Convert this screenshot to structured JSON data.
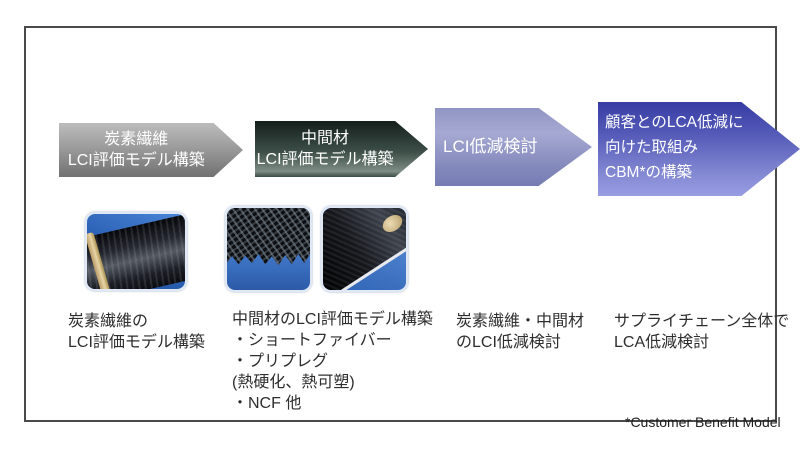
{
  "slide": {
    "arrows": [
      {
        "label": "carbon-fiber-lci-model",
        "lines": [
          "炭素繊維",
          "LCI評価モデル構築"
        ],
        "color_top": "#bcbcbc",
        "color_bottom": "#717171"
      },
      {
        "label": "intermediate-material-lci-model",
        "lines": [
          "中間材",
          "LCI評価モデル構築"
        ],
        "color_top": "#141e1b",
        "color_bottom": "#7e8d85"
      },
      {
        "label": "lci-reduction-study",
        "lines": [
          "LCI低減検討"
        ],
        "color_top": "#9095c3",
        "color_bottom": "#767cb3"
      },
      {
        "label": "customer-lca-cbm",
        "lines": [
          "顧客とのLCA低減に",
          "向けた取組み",
          "CBM*の構築"
        ],
        "color_top": "#373ca4",
        "color_bottom": "#989de2"
      }
    ],
    "photos": [
      {
        "name": "carbon-fiber-spool-photo"
      },
      {
        "name": "chopped-fiber-photo"
      },
      {
        "name": "prepreg-roll-photo"
      }
    ],
    "descriptions": [
      {
        "lines": [
          "炭素繊維の",
          "LCI評価モデル構築"
        ]
      },
      {
        "lines": [
          "中間材のLCI評価モデル構築",
          "・ショートファイバー",
          "・プリプレグ",
          "(熱硬化、熱可塑)",
          "・NCF 他"
        ]
      },
      {
        "lines": [
          "炭素繊維・中間材",
          "のLCI低減検討"
        ]
      },
      {
        "lines": [
          "サプライチェーン全体で",
          "LCA低減検討"
        ]
      }
    ],
    "footnote": "*Customer Benefit Model",
    "frame_border_color": "#4a4a4a"
  }
}
